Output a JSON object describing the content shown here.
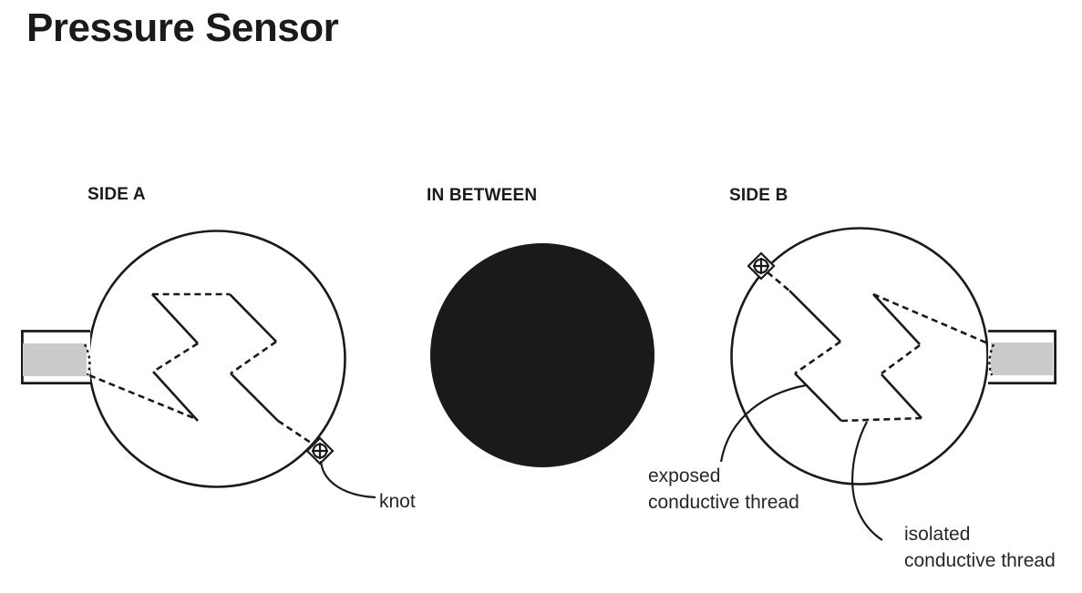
{
  "title": "Pressure Sensor",
  "panels": {
    "side_a": {
      "label": "SIDE A"
    },
    "in_between": {
      "label": "IN BETWEEN"
    },
    "side_b": {
      "label": "SIDE B"
    }
  },
  "annotations": {
    "knot": {
      "label": "knot"
    },
    "exposed_thread": {
      "line1": "exposed",
      "line2": "conductive thread"
    },
    "isolated_thread": {
      "line1": "isolated",
      "line2": "conductive thread"
    }
  },
  "icons": {
    "knot_marker": "diamond-circle-cross"
  },
  "colors": {
    "ink": "#1a1a1a",
    "tab_fill": "#cbcbcb",
    "background": "#ffffff"
  }
}
